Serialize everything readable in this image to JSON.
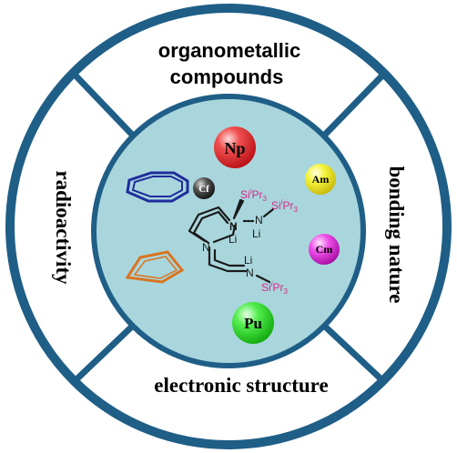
{
  "ring_labels": {
    "top": [
      "organometallic",
      "compounds"
    ],
    "right": "bonding nature",
    "bottom": "electronic structure",
    "left": "radioactivity"
  },
  "elements": {
    "np": "Np",
    "pu": "Pu",
    "am": "Am",
    "cm": "Cm",
    "cf": "Cf"
  },
  "ligand": {
    "li_top": "Li",
    "li_mid": "Li",
    "li_low": "Li",
    "n_main": "N",
    "n_right": "N",
    "n_left": "N",
    "n_low": "N",
    "si_top": "Si",
    "si_top_sup": "i",
    "si_top_sub": "Pr",
    "si_top_num": "3",
    "si_right": "Si",
    "si_right_sup": "i",
    "si_right_sub": "Pr",
    "si_right_num": "3",
    "si_low": "Si",
    "si_low_sup": "i",
    "si_low_sub": "Pr",
    "si_low_num": "3"
  },
  "colors": {
    "ring": "#1f5e86",
    "inner_fill": "#a9d6dc",
    "np": "#e8242a",
    "pu": "#1ee01a",
    "am": "#f2f018",
    "cm": "#e424e0",
    "cf": "#3a3a3a",
    "cot_ring": "#1f2d9c",
    "cp_ring": "#d9741f",
    "silyl": "#d42a8a"
  }
}
